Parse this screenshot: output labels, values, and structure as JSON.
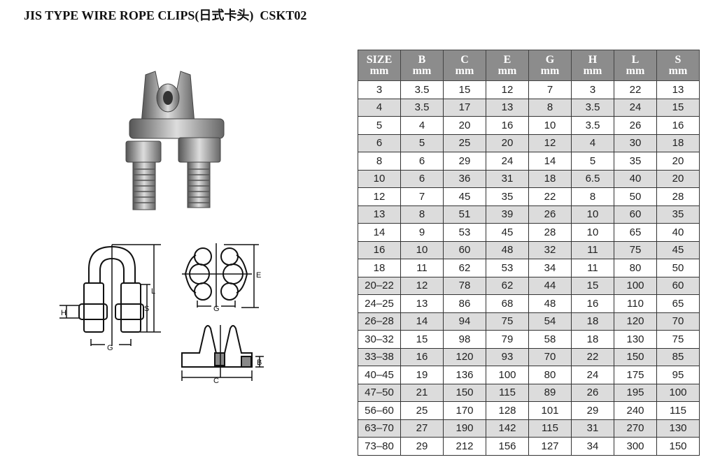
{
  "title": "JIS TYPE WIRE ROPE CLIPS(日式卡头)  CSKT02",
  "columns": [
    {
      "name": "SIZE",
      "unit": "mm"
    },
    {
      "name": "B",
      "unit": "mm"
    },
    {
      "name": "C",
      "unit": "mm"
    },
    {
      "name": "E",
      "unit": "mm"
    },
    {
      "name": "G",
      "unit": "mm"
    },
    {
      "name": "H",
      "unit": "mm"
    },
    {
      "name": "L",
      "unit": "mm"
    },
    {
      "name": "S",
      "unit": "mm"
    }
  ],
  "rows": [
    [
      "3",
      "3.5",
      "15",
      "12",
      "7",
      "3",
      "22",
      "13"
    ],
    [
      "4",
      "3.5",
      "17",
      "13",
      "8",
      "3.5",
      "24",
      "15"
    ],
    [
      "5",
      "4",
      "20",
      "16",
      "10",
      "3.5",
      "26",
      "16"
    ],
    [
      "6",
      "5",
      "25",
      "20",
      "12",
      "4",
      "30",
      "18"
    ],
    [
      "8",
      "6",
      "29",
      "24",
      "14",
      "5",
      "35",
      "20"
    ],
    [
      "10",
      "6",
      "36",
      "31",
      "18",
      "6.5",
      "40",
      "20"
    ],
    [
      "12",
      "7",
      "45",
      "35",
      "22",
      "8",
      "50",
      "28"
    ],
    [
      "13",
      "8",
      "51",
      "39",
      "26",
      "10",
      "60",
      "35"
    ],
    [
      "14",
      "9",
      "53",
      "45",
      "28",
      "10",
      "65",
      "40"
    ],
    [
      "16",
      "10",
      "60",
      "48",
      "32",
      "11",
      "75",
      "45"
    ],
    [
      "18",
      "11",
      "62",
      "53",
      "34",
      "11",
      "80",
      "50"
    ],
    [
      "20–22",
      "12",
      "78",
      "62",
      "44",
      "15",
      "100",
      "60"
    ],
    [
      "24–25",
      "13",
      "86",
      "68",
      "48",
      "16",
      "110",
      "65"
    ],
    [
      "26–28",
      "14",
      "94",
      "75",
      "54",
      "18",
      "120",
      "70"
    ],
    [
      "30–32",
      "15",
      "98",
      "79",
      "58",
      "18",
      "130",
      "75"
    ],
    [
      "33–38",
      "16",
      "120",
      "93",
      "70",
      "22",
      "150",
      "85"
    ],
    [
      "40–45",
      "19",
      "136",
      "100",
      "80",
      "24",
      "175",
      "95"
    ],
    [
      "47–50",
      "21",
      "150",
      "115",
      "89",
      "26",
      "195",
      "100"
    ],
    [
      "56–60",
      "25",
      "170",
      "128",
      "101",
      "29",
      "240",
      "115"
    ],
    [
      "63–70",
      "27",
      "190",
      "142",
      "115",
      "31",
      "270",
      "130"
    ],
    [
      "73–80",
      "29",
      "212",
      "156",
      "127",
      "34",
      "300",
      "150"
    ]
  ],
  "diagram_labels": {
    "h": "H",
    "g": "G",
    "s": "S",
    "l": "L",
    "e": "E",
    "g2": "G",
    "c": "C",
    "b": "B"
  }
}
